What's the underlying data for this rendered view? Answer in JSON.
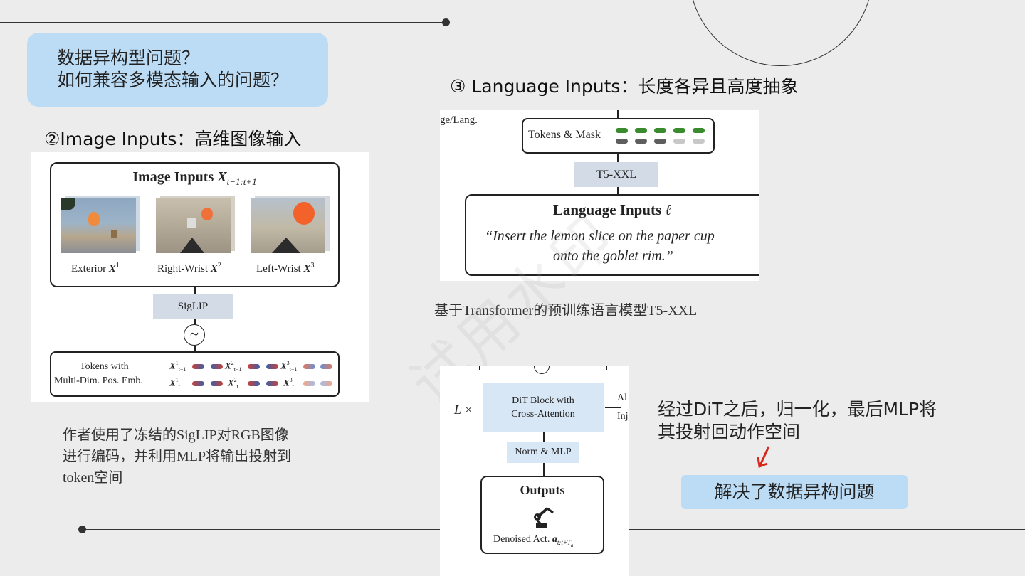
{
  "question": {
    "line1": "数据异构型问题？",
    "line2": "如何兼容多模态输入的问题？"
  },
  "image_section": {
    "heading": "②Image Inputs：高维图像输入",
    "figure": {
      "title_main": "Image Inputs ",
      "title_var": "X",
      "title_sub": "t−1:t+1",
      "cam_labels": [
        "Exterior ",
        "Right-Wrist ",
        "Left-Wrist "
      ],
      "cam_vars": [
        "X",
        "X",
        "X"
      ],
      "cam_sups": [
        "1",
        "2",
        "3"
      ],
      "encoder": "SigLIP",
      "tokens_line1": "Tokens with",
      "tokens_line2": "Multi-Dim. Pos. Emb.",
      "row1_vars": [
        "X",
        "X",
        "X"
      ],
      "row1_sups": [
        "1",
        "2",
        "3"
      ],
      "row1_subs": [
        "t−1",
        "t−1",
        "t−1"
      ],
      "row2_vars": [
        "X",
        "X",
        "X"
      ],
      "row2_sups": [
        "1",
        "2",
        "3"
      ],
      "row2_subs": [
        "t",
        "t",
        "t"
      ]
    },
    "note_lines": [
      "作者使用了冻结的SigLIP对RGB图像",
      "进行编码，并利用MLP将输出投射到",
      "token空间"
    ]
  },
  "language_section": {
    "heading_prefix": "③ Language Inputs：",
    "heading_suffix": "长度各异且高度抽象",
    "figure": {
      "corner_text": "ge/Lang.",
      "tokens_label": "Tokens & Mask",
      "encoder": "T5-XXL",
      "title_main": "Language Inputs ",
      "title_var": "ℓ",
      "quote_line1": "“Insert the lemon slice on the paper cup",
      "quote_line2": "onto the goblet rim.”"
    },
    "note": "基于Transformer的预训练语言模型T5-XXL"
  },
  "dit_section": {
    "figure": {
      "repeat_label": "L ×",
      "block_line1": "DiT Block with",
      "block_line2": "Cross-Attention",
      "side_text_1": "Al",
      "side_text_2": "Inj",
      "norm_label": "Norm & MLP",
      "outputs_label": "Outputs",
      "denoised_label": "Denoised Act. ",
      "denoised_var": "a",
      "denoised_sub": "t:t+T",
      "denoised_subsub": "a"
    },
    "note_line1": "经过DiT之后，归一化，最后MLP将",
    "note_line2": "其投射回动作空间",
    "arrow_color": "#d42a1e",
    "result": "解决了数据异构问题"
  },
  "watermark": "试用水印",
  "colors": {
    "background": "#ececec",
    "callout": "#bcdcf6",
    "token_green": "#3a8a2e",
    "token_gray": "#5e5e5e",
    "token_light": "#c8c8c8",
    "encoder_box": "#d3dbe6",
    "dit_box": "#d8e7f5"
  }
}
